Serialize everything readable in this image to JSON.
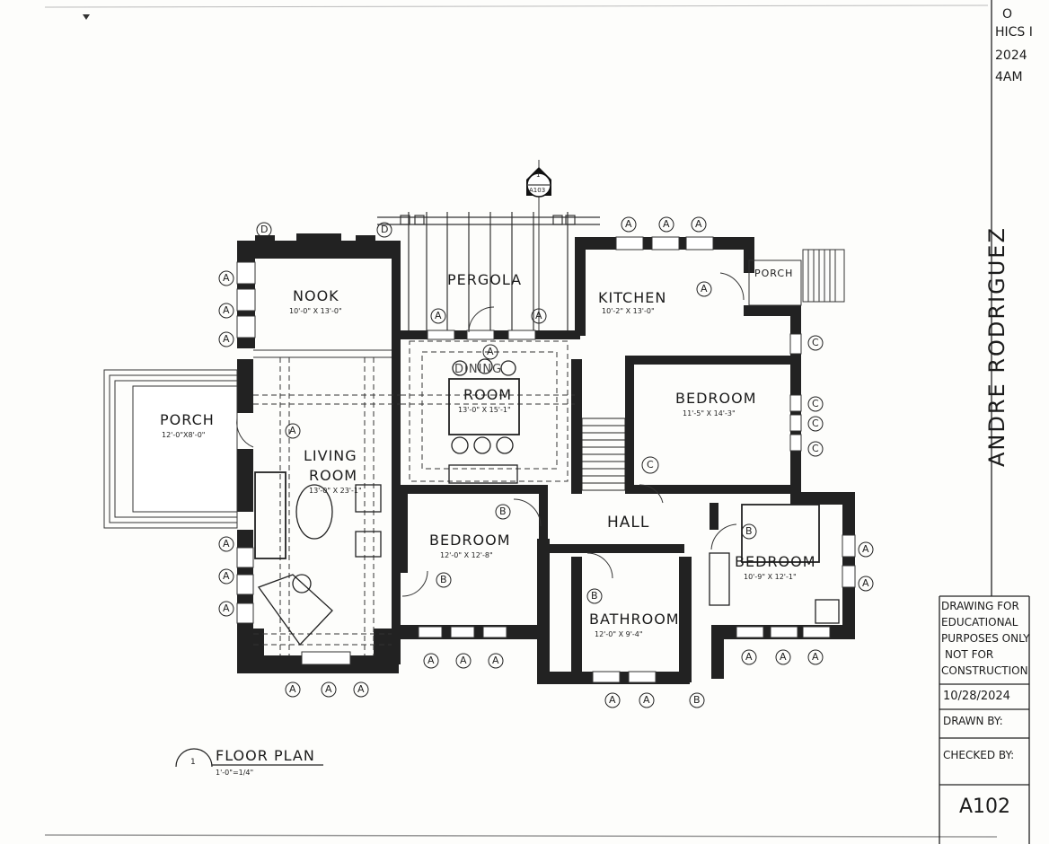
{
  "sheet_number": "A102",
  "drawing_title": "FLOOR PLAN",
  "scale": "1'-0\"=1/4\"",
  "detail_number": "1",
  "section_marker": {
    "number": "1",
    "sheet": "A103"
  },
  "designer": "ANDRE RODRIGUEZ",
  "title_block_top": [
    "O",
    "HICS I",
    "2024",
    "4AM"
  ],
  "disclaimer": [
    "DRAWING FOR",
    "EDUCATIONAL",
    "PURPOSES ONLY",
    "NOT FOR",
    "CONSTRUCTION"
  ],
  "date": "10/28/2024",
  "drawn_by_label": "DRAWN BY:",
  "checked_by_label": "CHECKED BY:",
  "rooms": {
    "nook": {
      "name": "NOOK",
      "dim": "10'-0\" X 13'-0\""
    },
    "pergola": {
      "name": "PERGOLA"
    },
    "kitchen": {
      "name": "KITCHEN",
      "dim": "10'-2\" X 13'-0\""
    },
    "porch_small": {
      "name": "PORCH"
    },
    "porch_left": {
      "name": "PORCH",
      "dim": "12'-0\"X8'-0\""
    },
    "dining": {
      "name_top": "DINING",
      "name": "ROOM",
      "dim": "13'-0\" X 15'-1\""
    },
    "living": {
      "name": "LIVING",
      "name2": "ROOM",
      "dim": "13'-0\" X 23'-1\""
    },
    "bedroom_ne": {
      "name": "BEDROOM",
      "dim": "11'-5\" X 14'-3\""
    },
    "hall": {
      "name": "HALL"
    },
    "bedroom_mid": {
      "name": "BEDROOM",
      "dim": "12'-0\" X 12'-8\""
    },
    "bathroom": {
      "name": "BATHROOM",
      "dim": "12'-0\" X 9'-4\""
    },
    "bedroom_se": {
      "name": "BEDROOM",
      "dim": "10'-9\" X 12'-1\""
    }
  },
  "tags": {
    "a": "A",
    "b": "B",
    "c": "C",
    "d": "D"
  }
}
